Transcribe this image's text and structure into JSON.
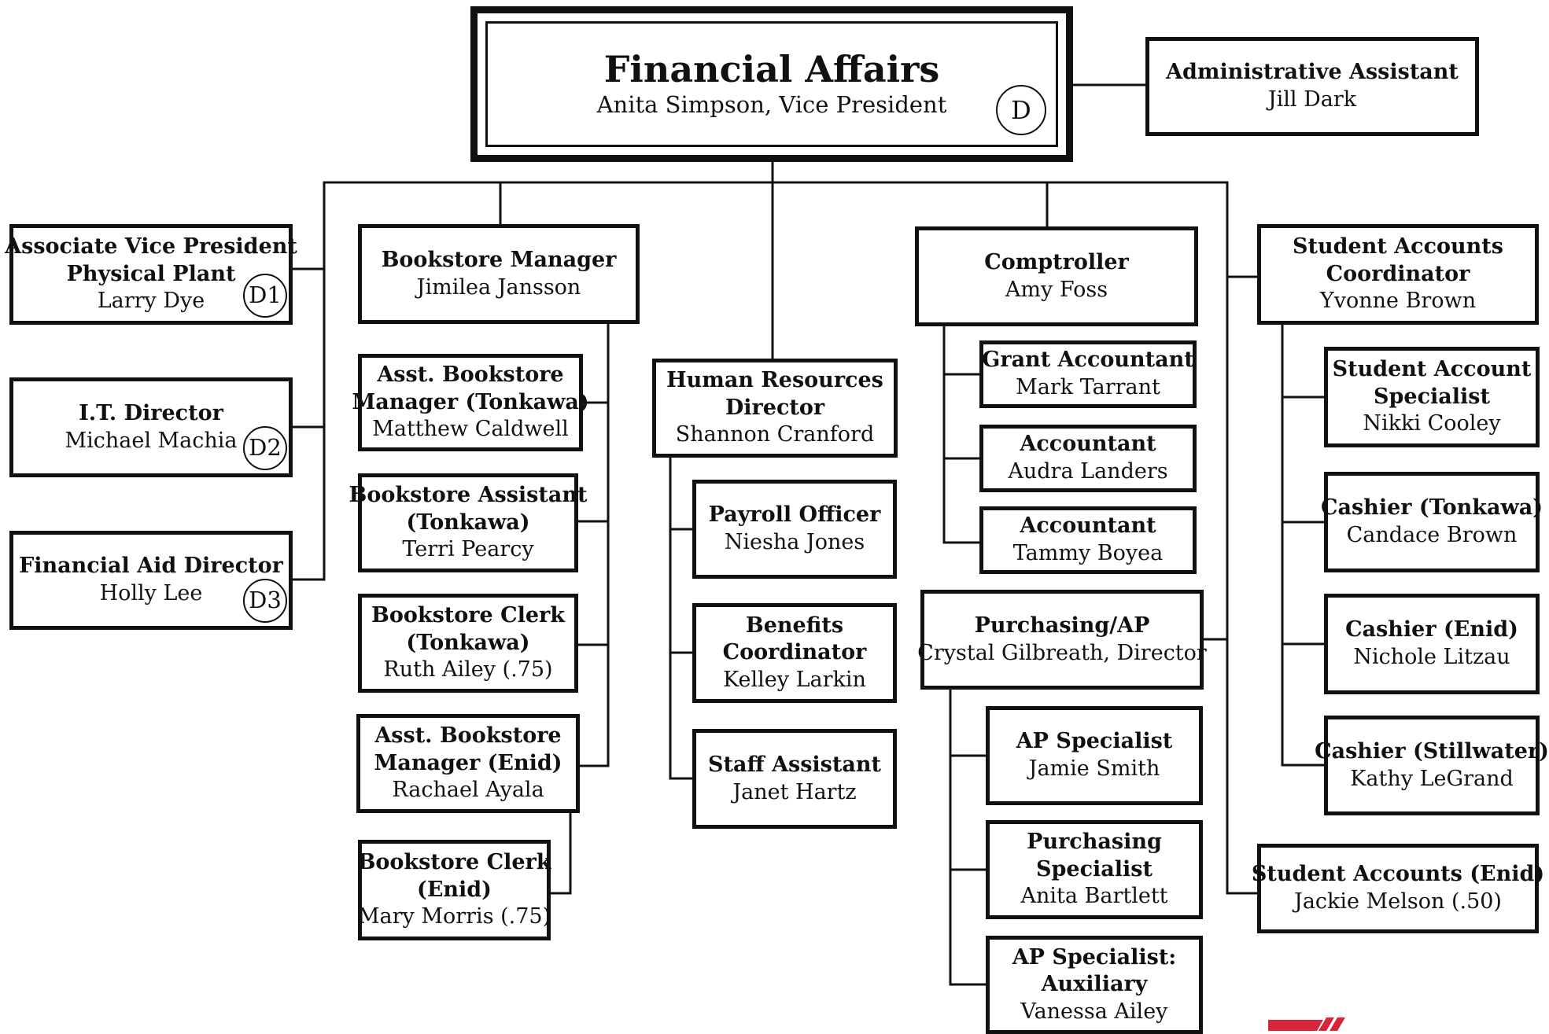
{
  "top": {
    "title": "Financial Affairs",
    "person": "Anita Simpson, Vice President",
    "badge": "D"
  },
  "admin_assistant": {
    "title": "Administrative Assistant",
    "person": "Jill Dark"
  },
  "left_column": [
    {
      "title": [
        "Associate Vice President",
        "Physical Plant"
      ],
      "person": "Larry Dye",
      "badge": "D1"
    },
    {
      "title": [
        "I.T. Director"
      ],
      "person": "Michael Machia",
      "badge": "D2"
    },
    {
      "title": [
        "Financial Aid Director"
      ],
      "person": "Holly Lee",
      "badge": "D3"
    }
  ],
  "bookstore": {
    "head": {
      "title": [
        "Bookstore Manager"
      ],
      "person": "Jimilea Jansson"
    },
    "staff": [
      {
        "title": [
          "Asst. Bookstore",
          "Manager (Tonkawa)"
        ],
        "person": "Matthew Caldwell"
      },
      {
        "title": [
          "Bookstore Assistant",
          "(Tonkawa)"
        ],
        "person": "Terri Pearcy"
      },
      {
        "title": [
          "Bookstore Clerk",
          "(Tonkawa)"
        ],
        "person": "Ruth Ailey (.75)"
      },
      {
        "title": [
          "Asst. Bookstore",
          "Manager (Enid)"
        ],
        "person": "Rachael Ayala"
      }
    ],
    "sub": {
      "title": [
        "Bookstore Clerk",
        "(Enid)"
      ],
      "person": "Mary Morris (.75)"
    }
  },
  "hr": {
    "head": {
      "title": [
        "Human Resources",
        "Director"
      ],
      "person": "Shannon Cranford"
    },
    "staff": [
      {
        "title": [
          "Payroll Officer"
        ],
        "person": "Niesha Jones"
      },
      {
        "title": [
          "Benefits",
          "Coordinator"
        ],
        "person": "Kelley Larkin"
      },
      {
        "title": [
          "Staff Assistant"
        ],
        "person": "Janet Hartz"
      }
    ]
  },
  "comptroller": {
    "head": {
      "title": [
        "Comptroller"
      ],
      "person": "Amy Foss"
    },
    "staff": [
      {
        "title": [
          "Grant Accountant"
        ],
        "person": "Mark Tarrant"
      },
      {
        "title": [
          "Accountant"
        ],
        "person": "Audra Landers"
      },
      {
        "title": [
          "Accountant"
        ],
        "person": "Tammy Boyea"
      }
    ]
  },
  "purchasing": {
    "head": {
      "title": [
        "Purchasing/AP"
      ],
      "person": "Crystal Gilbreath, Director"
    },
    "staff": [
      {
        "title": [
          "AP Specialist"
        ],
        "person": "Jamie Smith"
      },
      {
        "title": [
          "Purchasing",
          "Specialist"
        ],
        "person": "Anita Bartlett"
      },
      {
        "title": [
          "AP Specialist:",
          "Auxiliary"
        ],
        "person": "Vanessa Ailey"
      }
    ]
  },
  "student_accounts": {
    "head": {
      "title": [
        "Student Accounts",
        "Coordinator"
      ],
      "person": "Yvonne Brown"
    },
    "staff": [
      {
        "title": [
          "Student Account",
          "Specialist"
        ],
        "person": "Nikki Cooley"
      },
      {
        "title": [
          "Cashier (Tonkawa)"
        ],
        "person": "Candace Brown"
      },
      {
        "title": [
          "Cashier (Enid)"
        ],
        "person": "Nichole Litzau"
      },
      {
        "title": [
          "Cashier (Stillwater)"
        ],
        "person": "Kathy LeGrand"
      }
    ],
    "enid": {
      "title": [
        "Student Accounts (Enid)"
      ],
      "person": "Jackie Melson (.50)"
    }
  },
  "colors": {
    "line": "#111111",
    "logo": "#d8253a"
  }
}
